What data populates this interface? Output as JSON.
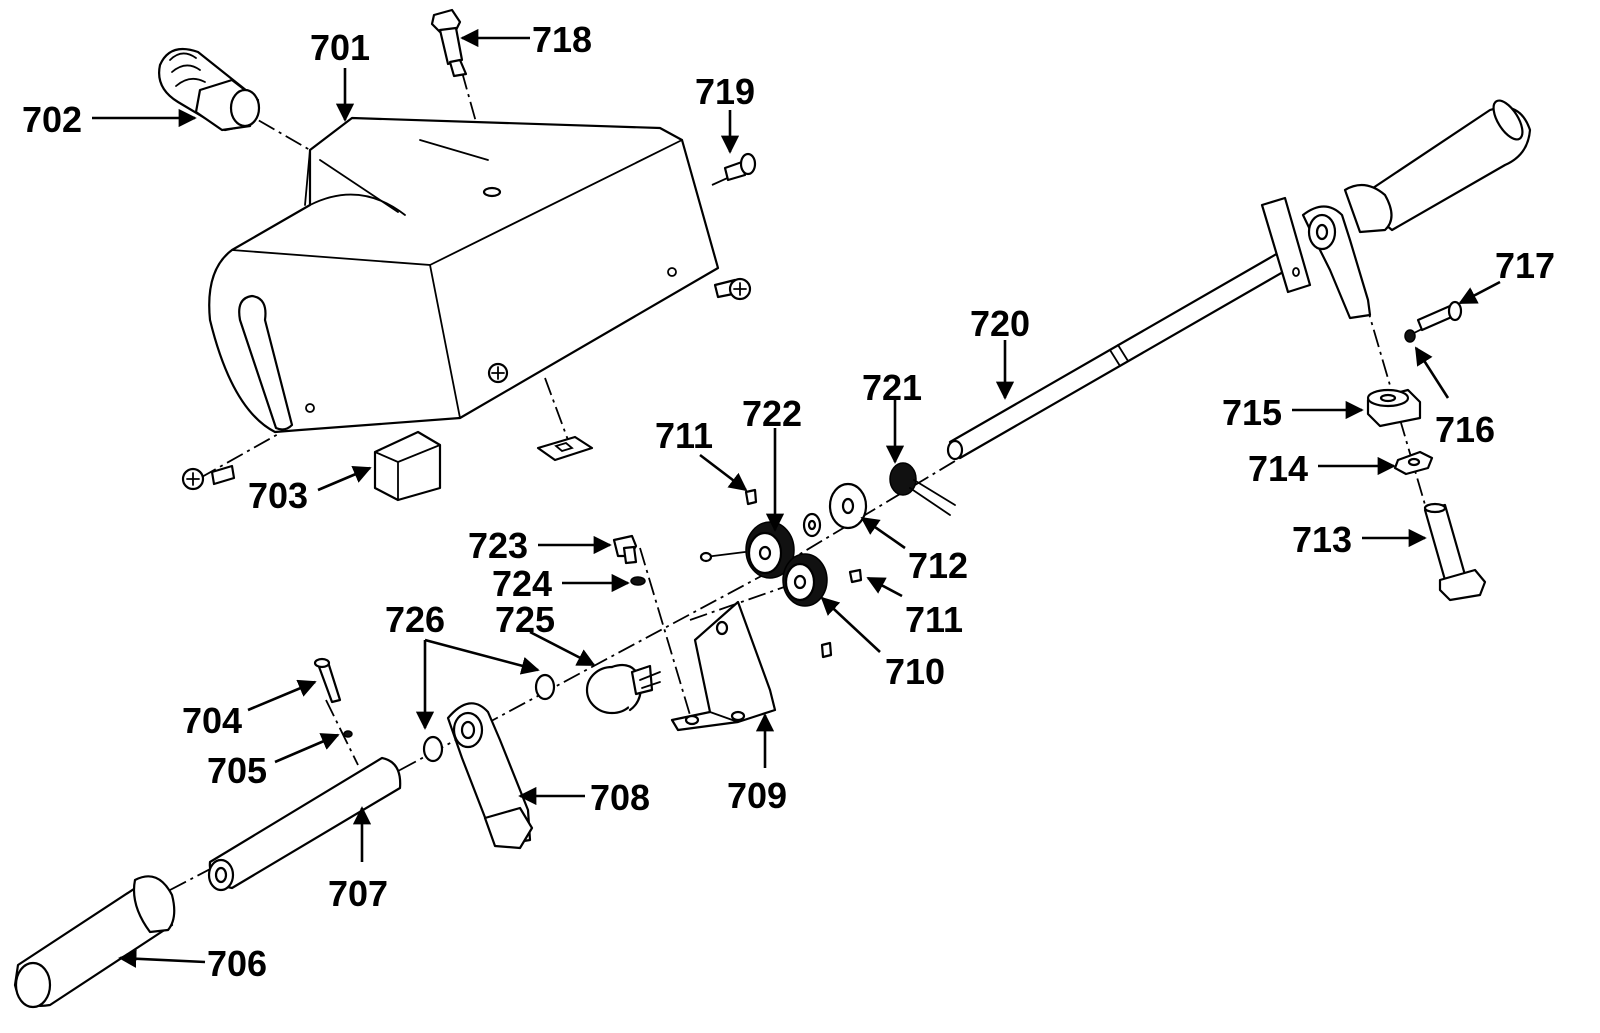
{
  "diagram": {
    "callouts": [
      {
        "id": "701",
        "label": "701"
      },
      {
        "id": "702",
        "label": "702"
      },
      {
        "id": "703",
        "label": "703"
      },
      {
        "id": "704",
        "label": "704"
      },
      {
        "id": "705",
        "label": "705"
      },
      {
        "id": "706",
        "label": "706"
      },
      {
        "id": "707",
        "label": "707"
      },
      {
        "id": "708",
        "label": "708"
      },
      {
        "id": "709",
        "label": "709"
      },
      {
        "id": "710",
        "label": "710"
      },
      {
        "id": "711a",
        "label": "711"
      },
      {
        "id": "711b",
        "label": "711"
      },
      {
        "id": "712",
        "label": "712"
      },
      {
        "id": "713",
        "label": "713"
      },
      {
        "id": "714",
        "label": "714"
      },
      {
        "id": "715",
        "label": "715"
      },
      {
        "id": "716",
        "label": "716"
      },
      {
        "id": "717",
        "label": "717"
      },
      {
        "id": "718",
        "label": "718"
      },
      {
        "id": "719",
        "label": "719"
      },
      {
        "id": "720",
        "label": "720"
      },
      {
        "id": "721",
        "label": "721"
      },
      {
        "id": "722",
        "label": "722"
      },
      {
        "id": "723",
        "label": "723"
      },
      {
        "id": "724",
        "label": "724"
      },
      {
        "id": "725",
        "label": "725"
      },
      {
        "id": "726",
        "label": "726"
      }
    ]
  }
}
